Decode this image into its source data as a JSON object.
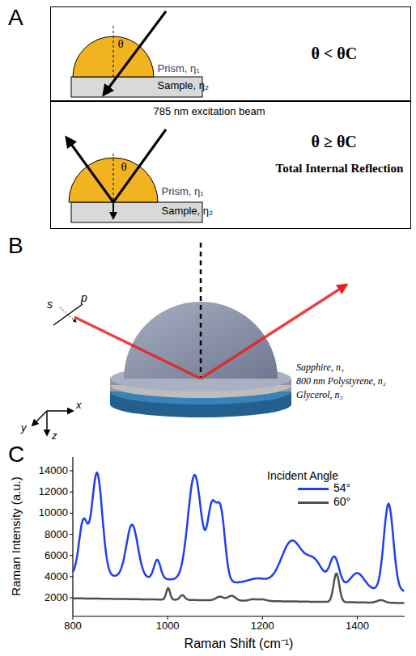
{
  "diagram": {
    "nodes": [
      {
        "text": [
          "θ",
          "Prism, η₁",
          "Sample, η₂",
          "θ < θC"
        ]
      },
      {
        "text": [
          "785 nm excitation beam",
          "θ",
          "Prism, η₁",
          "Sample, η₂",
          "θ ≥ θC",
          "Total Internal Reflection"
        ]
      }
    ],
    "labels": [
      "A",
      "B",
      "C",
      "s",
      "p",
      "x",
      "y",
      "z",
      "Sapphire, n₁",
      "800 nm Polystyrene, n₂",
      "Glycerol, n₃",
      "Raman Intensity (a.u.)",
      "Raman Shift (cm⁻¹)",
      "2000",
      "4000",
      "6000",
      "8000",
      "10000",
      "12000",
      "14000",
      "800",
      "1000",
      "1200",
      "1400",
      "Incident Angle"
    ],
    "legend": [
      {
        "text": "54°",
        "color": "#1f3ff0"
      },
      {
        "text": "60°",
        "color": "#505050"
      }
    ]
  }
}
